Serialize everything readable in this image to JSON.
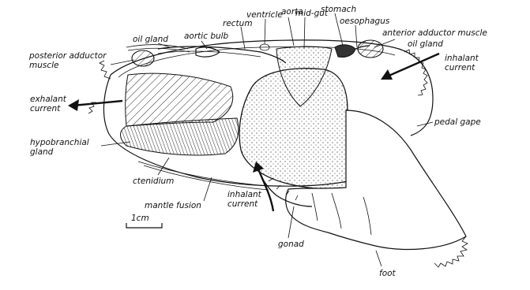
{
  "labels": {
    "aorta": "aorta",
    "ventricle": "ventricle",
    "mid_gut": "mid-gut",
    "stomach": "stomach",
    "rectum": "rectum",
    "oesophagus": "oesophagus",
    "aortic_bulb": "aortic bulb",
    "oil_gland_left": "oil gland",
    "anterior_adductor_muscle": "anterior adductor muscle",
    "oil_gland_right": "oil gland",
    "posterior_adductor": "posterior adductor",
    "muscle": "muscle",
    "inhalant_right_1": "inhalant",
    "inhalant_right_2": "current",
    "exhalant_1": "exhalant",
    "exhalant_2": "current",
    "pedal_gape": "pedal gape",
    "hypobranchial": "hypobranchial",
    "gland": "gland",
    "ctenidium": "ctenidium",
    "inhalant_bottom_1": "inhalant",
    "inhalant_bottom_2": "current",
    "mantle_fusion": "mantle fusion",
    "scale_bar": "1cm",
    "gonad": "gonad",
    "foot": "foot"
  }
}
